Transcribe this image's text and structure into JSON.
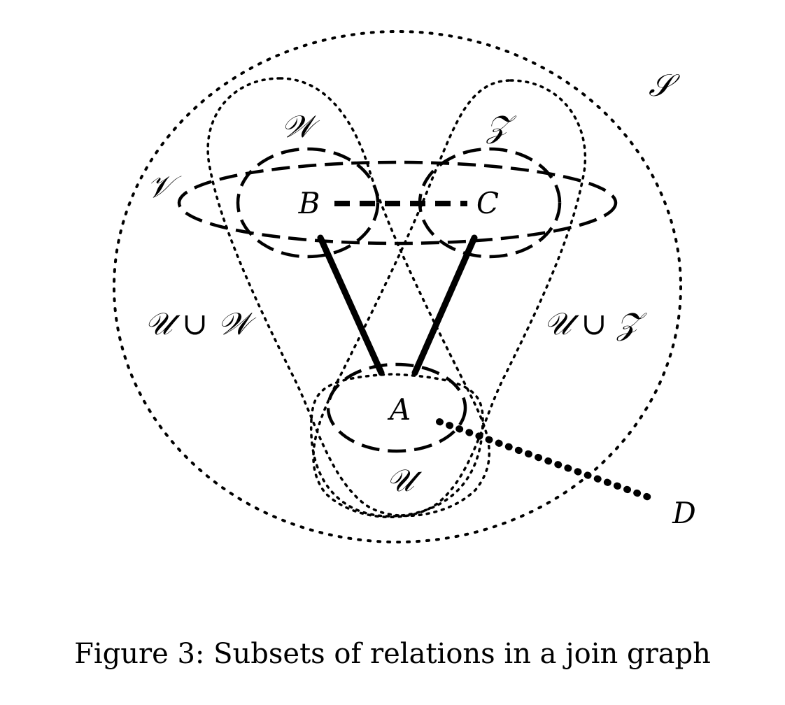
{
  "caption": "Figure 3: Subsets of relations in a join graph",
  "nodes": {
    "A": "A",
    "B": "B",
    "C": "C",
    "D": "D"
  },
  "sets": {
    "S": "𝒮",
    "V": "𝒱",
    "W": "𝒲",
    "Z": "𝒵",
    "U": "𝒰",
    "U_union_W": "𝒰 ∪ 𝒲",
    "U_union_Z": "𝒰 ∪ 𝒵"
  }
}
